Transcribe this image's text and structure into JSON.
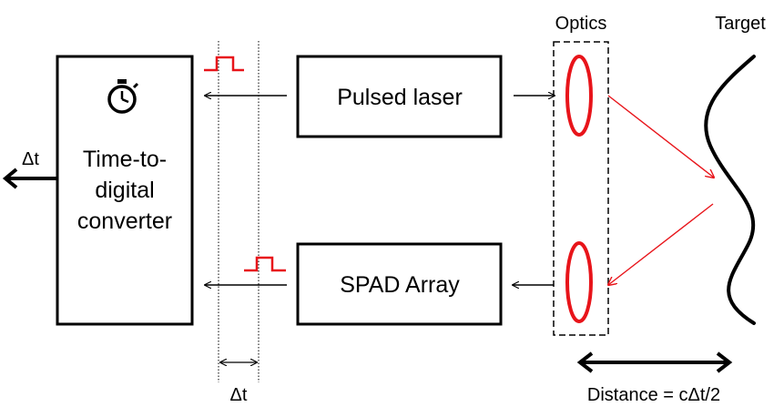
{
  "tdc": {
    "lines": [
      "Time-to-",
      "digital",
      "converter"
    ],
    "icon": "stopwatch-icon"
  },
  "output_label": "Δt",
  "laser": {
    "label": "Pulsed laser"
  },
  "spad": {
    "label": "SPAD Array"
  },
  "optics": {
    "label": "Optics"
  },
  "target": {
    "label": "Target"
  },
  "delta_label": "Δt",
  "distance_label": "Distance = cΔt/2",
  "colors": {
    "lens": "#e8141a",
    "beam": "#e8141a",
    "line": "#000000"
  }
}
